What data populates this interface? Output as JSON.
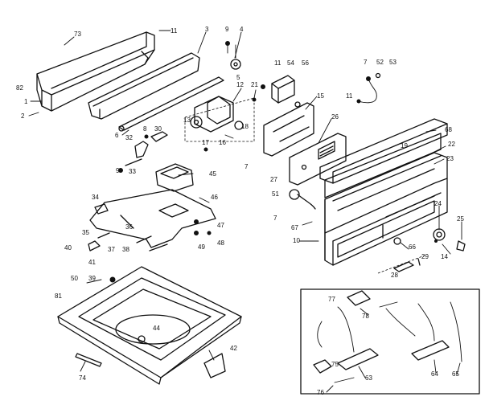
{
  "labels": {
    "l73": "73",
    "l11a": "11",
    "l3": "3",
    "l9": "9",
    "l4": "4",
    "l82": "82",
    "l1": "1",
    "l2": "2",
    "l6": "6",
    "l5": "5",
    "l12": "12",
    "l21": "21",
    "l11b": "11",
    "l54": "54",
    "l56": "56",
    "l7a": "7",
    "l52": "52",
    "l53": "53",
    "l11c": "11",
    "l15": "15",
    "l13": "13",
    "l18": "18",
    "l16": "16",
    "l32": "32",
    "l8": "8",
    "l30": "30",
    "l9b": "9",
    "l33": "33",
    "l17": "17",
    "l7b": "7",
    "l26": "26",
    "l27": "27",
    "l68": "68",
    "l22": "22",
    "l23": "23",
    "l19": "19",
    "l45": "45",
    "l46": "46",
    "l34": "34",
    "l51": "51",
    "l7c": "7",
    "l24": "24",
    "l25": "25",
    "l67": "67",
    "l47": "47",
    "l49": "49",
    "l48": "48",
    "l35": "35",
    "l36": "36",
    "l40": "40",
    "l37": "37",
    "l38": "38",
    "l41": "41",
    "l10": "10",
    "l66": "66",
    "l14": "14",
    "l29": "29",
    "l28": "28",
    "l50": "50",
    "l39": "39",
    "l81": "81",
    "l44": "44",
    "l42": "42",
    "l74": "74",
    "l77": "77",
    "l78": "78",
    "l75": "75",
    "l63": "63",
    "l64": "64",
    "l65": "65",
    "l76": "76"
  }
}
